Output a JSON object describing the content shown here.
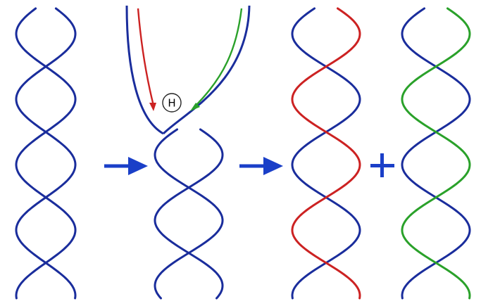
{
  "colors": {
    "background": "#ffffff",
    "parent_strand": "#1a2d9c",
    "new_strand_1": "#cc2222",
    "new_strand_2": "#2aa12a",
    "arrow": "#1a3fc8",
    "label_ring": "#222222"
  },
  "enzyme": {
    "label": "H"
  },
  "stages": [
    "parent-double-helix",
    "unwinding-at-replication-fork",
    "daughter-helix-with-red-strand",
    "daughter-helix-with-green-strand"
  ],
  "operators": {
    "first_arrow": "right-arrow",
    "second_arrow": "right-arrow",
    "combine": "plus"
  }
}
